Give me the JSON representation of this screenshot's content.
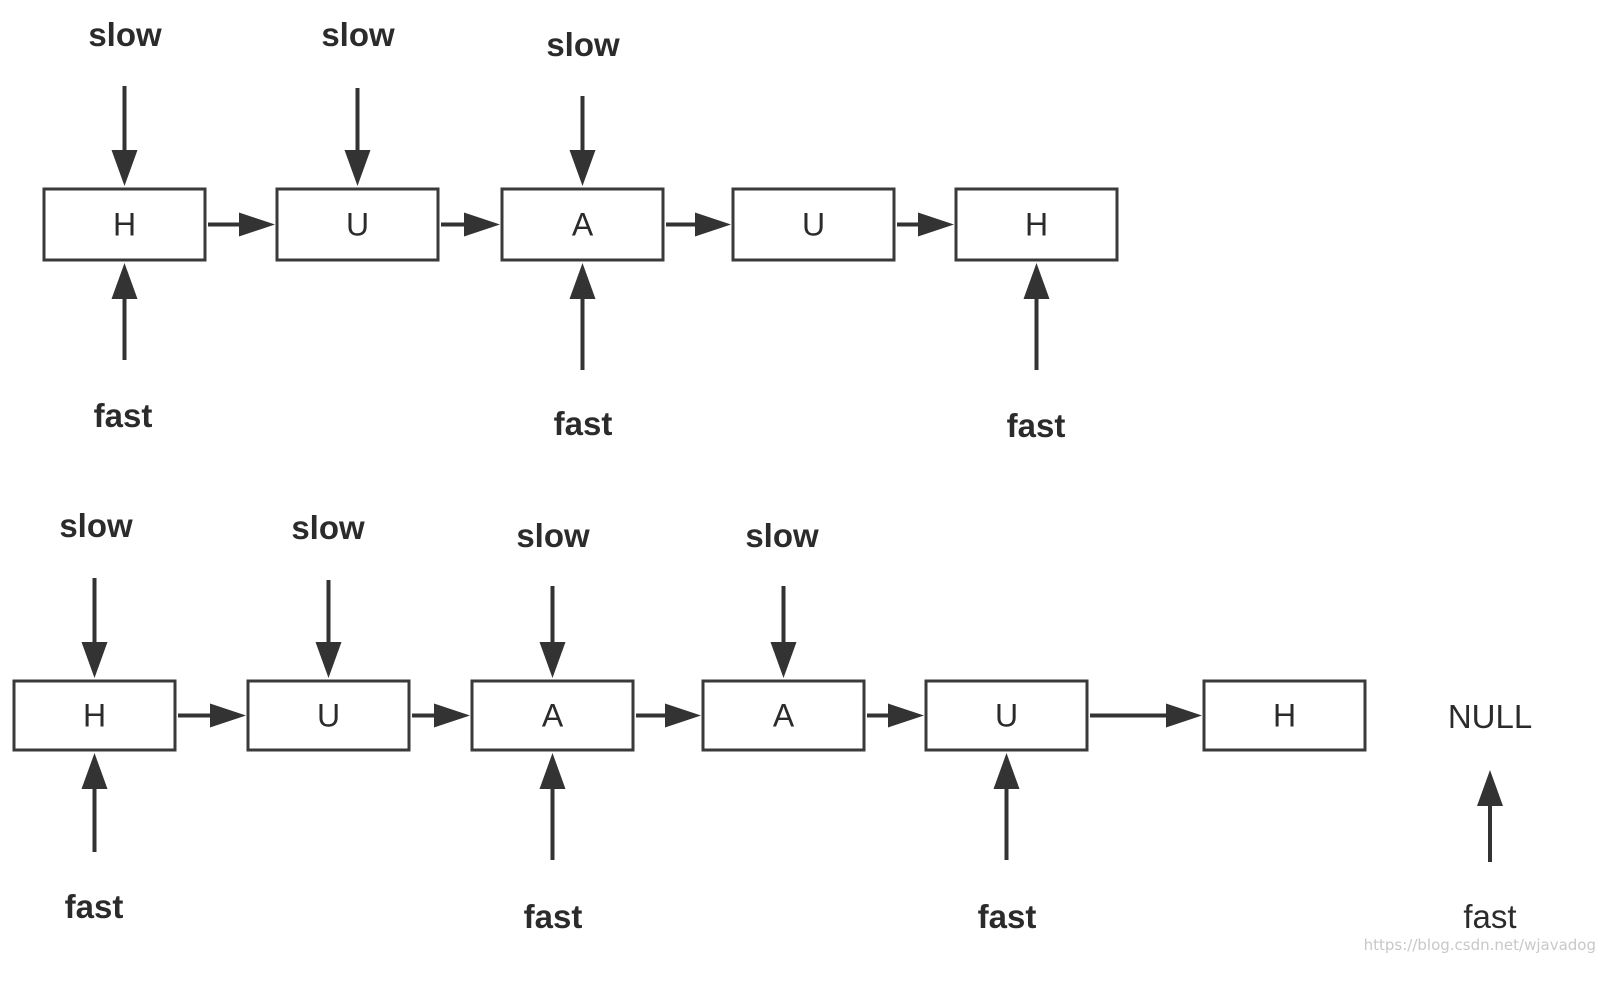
{
  "diagram": {
    "rows": [
      {
        "nodes": [
          "H",
          "U",
          "A",
          "U",
          "H"
        ],
        "slow": [
          {
            "node": 0,
            "label": "slow"
          },
          {
            "node": 1,
            "label": "slow"
          },
          {
            "node": 2,
            "label": "slow"
          }
        ],
        "fast": [
          {
            "node": 0,
            "label": "fast"
          },
          {
            "node": 2,
            "label": "fast"
          },
          {
            "node": 4,
            "label": "fast"
          }
        ]
      },
      {
        "nodes": [
          "H",
          "U",
          "A",
          "A",
          "U",
          "H"
        ],
        "slow": [
          {
            "node": 0,
            "label": "slow"
          },
          {
            "node": 1,
            "label": "slow"
          },
          {
            "node": 2,
            "label": "slow"
          },
          {
            "node": 3,
            "label": "slow"
          }
        ],
        "fast": [
          {
            "node": 0,
            "label": "fast"
          },
          {
            "node": 2,
            "label": "fast"
          },
          {
            "node": 4,
            "label": "fast"
          }
        ],
        "null_label": "NULL",
        "null_fast_label": "fast"
      }
    ],
    "watermark": "https://blog.csdn.net/wjavadog",
    "colors": {
      "stroke": "#3a3a3a",
      "arrow": "#333333",
      "text": "#2b2b2b"
    }
  }
}
